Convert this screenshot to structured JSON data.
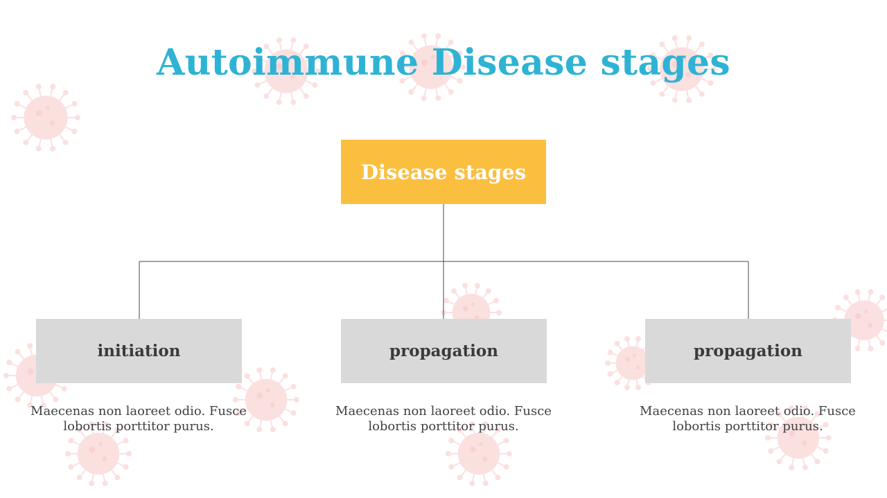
{
  "title": "Autoimmune Disease stages",
  "root": {
    "label": "Disease stages"
  },
  "stages": [
    {
      "label": "initiation",
      "description": "Maecenas non laoreet odio. Fusce lobortis porttitor purus."
    },
    {
      "label": "propagation",
      "description": "Maecenas non laoreet odio. Fusce lobortis porttitor purus."
    },
    {
      "label": "propagation",
      "description": "Maecenas non laoreet odio. Fusce lobortis porttitor purus."
    }
  ],
  "colors": {
    "title": "#2fb3d4",
    "root_box": "#fbbf40",
    "stage_box": "#d9d9d9",
    "stage_text": "#3a3a3a",
    "description_text": "#404040",
    "connector": "#4a4a4a",
    "virus_decoration": "#f9c8c8"
  },
  "decoration": {
    "icon": "virus-icon"
  }
}
